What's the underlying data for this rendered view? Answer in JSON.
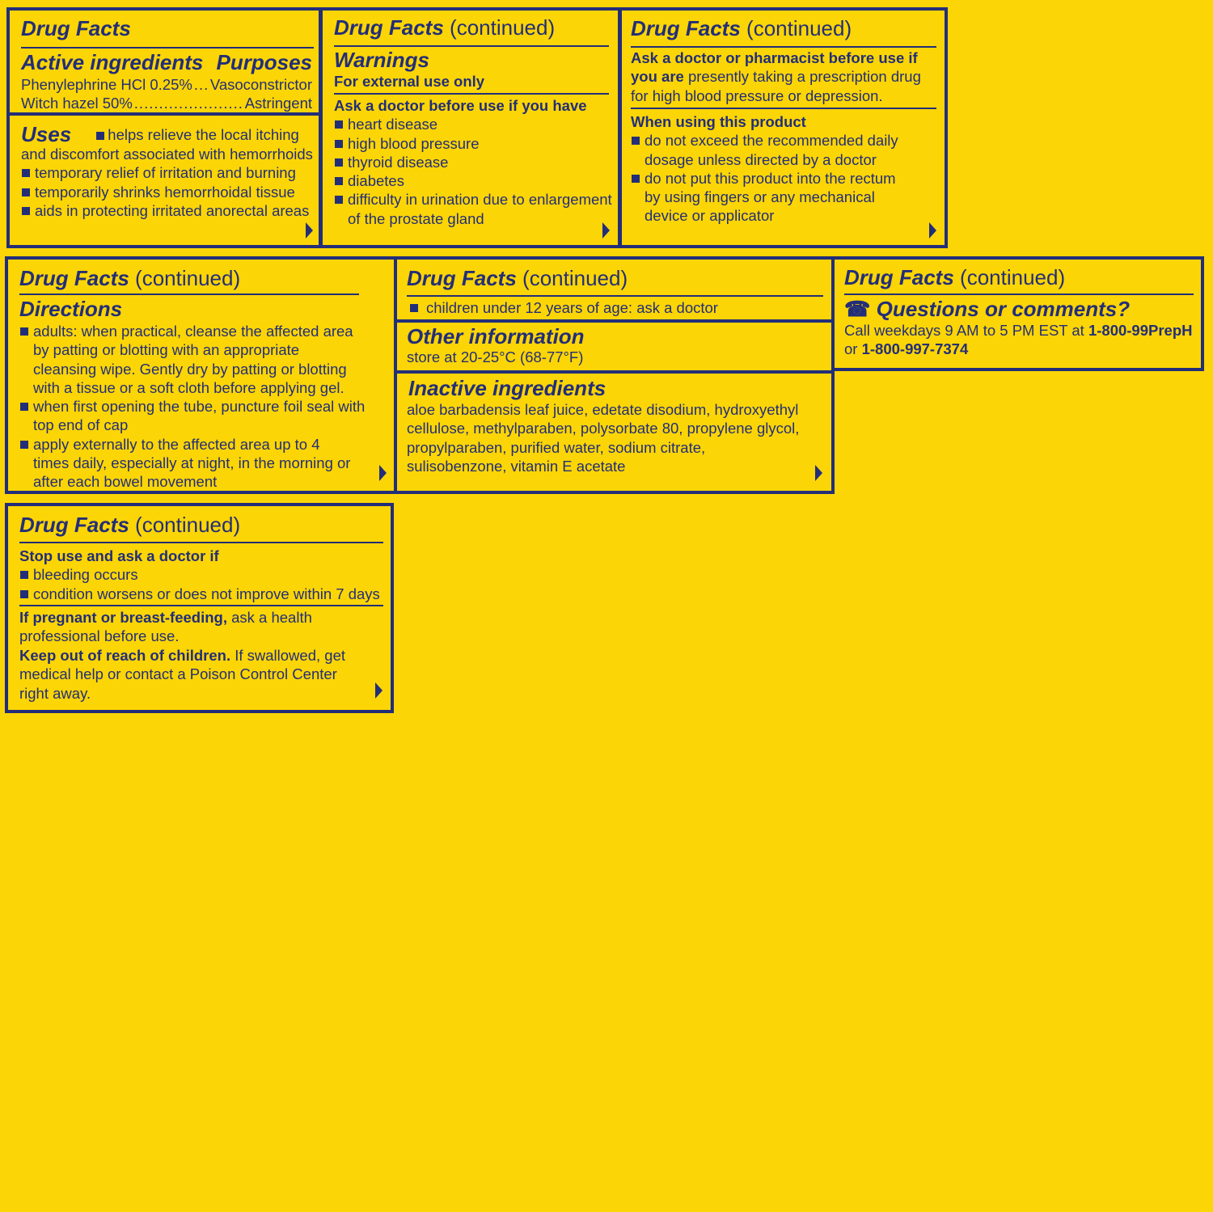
{
  "panel1": {
    "drug_facts": "Drug Facts",
    "active_title": "Active ingredients",
    "purposes_title": "Purposes",
    "ingredients": [
      {
        "name": "Phenylephrine HCl 0.25%",
        "purpose": "Vasoconstrictor"
      },
      {
        "name": "Witch hazel 50%",
        "purpose": "Astringent"
      }
    ],
    "uses_title": "Uses",
    "uses_first": "helps relieve the local itching",
    "uses_first_cont": "and discomfort associated with hemorrhoids",
    "uses": [
      "temporary relief of irritation and burning",
      "temporarily shrinks hemorrhoidal tissue",
      "aids in protecting irritated anorectal areas"
    ]
  },
  "panel2": {
    "drug_facts": "Drug Facts",
    "continued": "(continued)",
    "warnings_title": "Warnings",
    "external": "For external use only",
    "ask_title": "Ask a doctor before use if you have",
    "items": [
      "heart disease",
      "high blood pressure",
      "thyroid disease",
      "diabetes",
      "difficulty in urination due to enlargement of the prostate gland"
    ]
  },
  "panel3": {
    "drug_facts": "Drug Facts",
    "continued": "(continued)",
    "ask_bold": "Ask a doctor or pharmacist before use if you are",
    "ask_rest": " presently taking a prescription drug for high blood pressure or depression.",
    "when_title": "When using this product",
    "items": [
      "do not exceed the recommended daily dosage unless directed by a doctor",
      "do not put this product into the rectum by using fingers or any mechanical device or applicator"
    ]
  },
  "panel4": {
    "drug_facts": "Drug Facts",
    "continued": "(continued)",
    "directions_title": "Directions",
    "items": [
      "adults: when practical, cleanse the affected area by patting or blotting with an appropriate cleansing wipe. Gently dry by patting or blotting with a tissue or a soft cloth before applying gel.",
      "when first opening the tube, puncture foil seal with top end of cap",
      "apply externally to the affected area up to 4 times daily, especially at night, in the morning or after each bowel movement"
    ]
  },
  "panel5": {
    "drug_facts": "Drug Facts",
    "continued": "(continued)",
    "children": "children under 12 years of age: ask a doctor",
    "other_title": "Other information",
    "store": "store at 20-25°C (68-77°F)",
    "inactive_title": "Inactive ingredients",
    "inactive": "aloe barbadensis leaf juice, edetate disodium, hydroxyethyl cellulose, methylparaben, polysorbate 80, propylene glycol, propylparaben, purified water, sodium citrate, sulisobenzone, vitamin E acetate"
  },
  "panel6": {
    "drug_facts": "Drug Facts",
    "continued": "(continued)",
    "questions_title": "Questions or comments?",
    "call": "Call weekdays 9 AM to 5 PM EST at ",
    "phone1": "1-800-99PrepH",
    "or": "or ",
    "phone2": "1-800-997-7374"
  },
  "panel7": {
    "drug_facts": "Drug Facts",
    "continued": "(continued)",
    "stop_title": "Stop use and ask a doctor if",
    "items": [
      "bleeding occurs",
      "condition worsens or does not improve within 7 days"
    ],
    "pregnant_bold": "If pregnant or breast-feeding,",
    "pregnant_rest": " ask a health professional before use.",
    "keep_bold": "Keep out of reach of children.",
    "keep_rest": " If swallowed, get medical help or contact a Poison Control Center right away."
  },
  "colors": {
    "background": "#FCD506",
    "ink": "#232E78"
  },
  "icons": [
    "arrow-right-icon",
    "telephone-icon",
    "bullet-square-icon"
  ]
}
